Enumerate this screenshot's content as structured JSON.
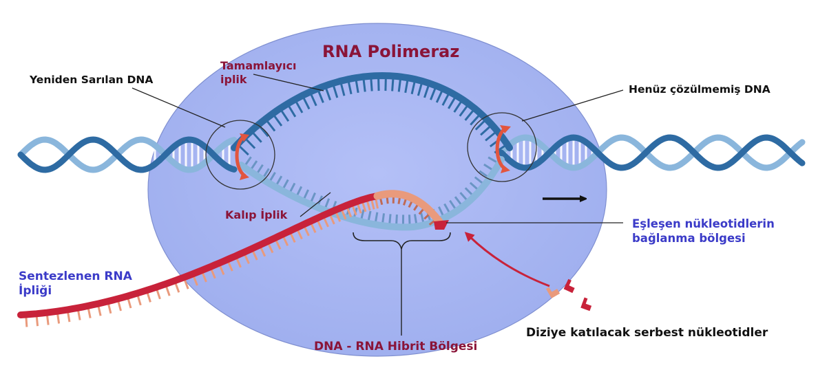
{
  "title": "RNA Polimeraz",
  "labels": {
    "rewound_dna": "Yeniden Sarılan DNA",
    "coding_strand": "Tamamlayıcı\niplik",
    "unwound_dna": "Henüz çözülmemiş DNA",
    "template_strand": "Kalıp İplik",
    "binding_site": "Eşleşen nükleotidlerin\nbağlanma bölgesi",
    "synthesized_rna": "Sentezlenen RNA\nİpliği",
    "hybrid_region": "DNA - RNA Hibrit Bölgesi",
    "free_nucleotides": "Diziye katılacak serbest nükleotidler"
  },
  "colors": {
    "enzyme_fill": "#a9b6f4",
    "dna_dark": "#2e6ba3",
    "dna_light": "#8ab6dc",
    "rna": "#c8223a",
    "rna_light": "#e99a7c",
    "title": "#8a1438",
    "blue_label": "#3b3bc8"
  },
  "icons": [
    "rotation-arrow-icon",
    "direction-arrow-icon"
  ]
}
